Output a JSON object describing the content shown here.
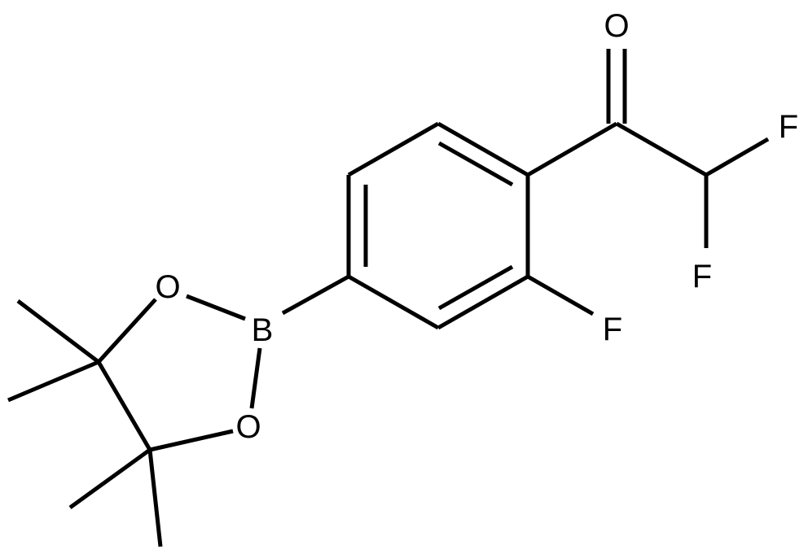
{
  "structure": {
    "atoms": {
      "carbonyl_oxygen": "O",
      "difluoromethyl_fluorine_1": "F",
      "difluoromethyl_fluorine_2": "F",
      "ring_fluorine": "F",
      "boron": "B",
      "boronate_oxygen_1": "O",
      "boronate_oxygen_2": "O"
    }
  }
}
